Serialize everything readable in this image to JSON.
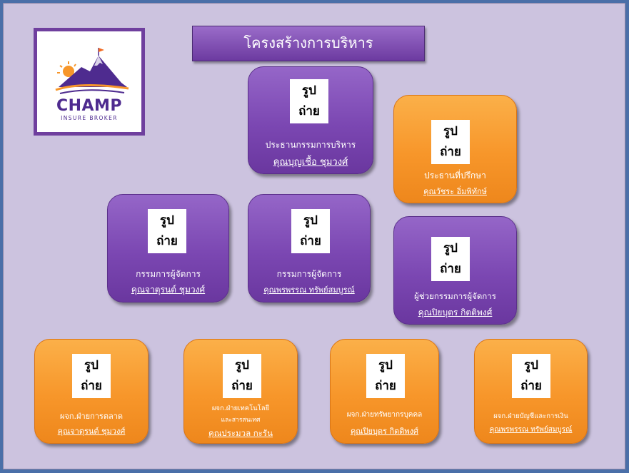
{
  "title": "โครงสร้างการบริหาร",
  "logo": {
    "main": "CHAMP",
    "sub": "INSURE BROKER"
  },
  "photo_placeholder": {
    "line1": "รูป",
    "line2": "ถ่าย"
  },
  "colors": {
    "purple": "#7b47b2",
    "orange": "#f7962a",
    "background": "#ccc3df"
  },
  "nodes": [
    {
      "role": "ประธานกรรมการบริหาร",
      "name": "คุณบุญเชื้อ ชุมวงศ์"
    },
    {
      "role": "ประธานที่ปรึกษา",
      "name": "คุณวัชระ อิ่มพิทักษ์"
    },
    {
      "role": "กรรมการผู้จัดการ",
      "name": "คุณจาตุรนต์ ชุมวงศ์"
    },
    {
      "role": "กรรมการผู้จัดการ",
      "name": "คุณพรพรรณ ทรัพย์สมบูรณ์"
    },
    {
      "role": "ผู้ช่วยกรรมการผู้จัดการ",
      "name": "คุณปิยบุตร กิตติพงศ์"
    },
    {
      "role": "ผจก.ฝ่ายการตลาด",
      "name": "คุณจาตุรนต์ ชุมวงศ์"
    },
    {
      "role": "ผจก.ฝ่ายเทคโนโลยี",
      "role2": "และสารสนเทศ",
      "name": "คุณประมวล กะรัน"
    },
    {
      "role": "ผจก.ฝ่ายทรัพยากรบุคคล",
      "name": "คุณปิยบุตร กิตติพงศ์"
    },
    {
      "role": "ผจก.ฝ่ายบัญชีและการเงิน",
      "name": "คุณพรพรรณ ทรัพย์สมบูรณ์"
    }
  ]
}
